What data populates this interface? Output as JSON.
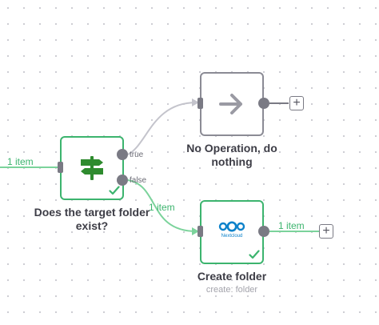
{
  "colors": {
    "success": "#3cb46e",
    "edge_success": "#7bd39b",
    "edge_default": "#c4c4cc",
    "node_border_default": "#8b8b95",
    "port": "#7a7a84",
    "icon_gray": "#9a9aa3",
    "signpost": "#2e8b2e",
    "nextcloud": "#0d82ca",
    "text": "#3d3d46",
    "subtext": "#a3a3ab"
  },
  "edges": {
    "input_items_label": "1 item",
    "false_items_label": "1 item",
    "output_items_label": "1 item"
  },
  "nodes": {
    "if_node": {
      "title": "Does the target folder exist?",
      "icon": "signpost-icon",
      "status": "success-check",
      "true_label": "true",
      "false_label": "false"
    },
    "noop_node": {
      "title": "No Operation, do nothing",
      "icon": "arrow-right-icon"
    },
    "nextcloud_node": {
      "title": "Create folder",
      "subtitle": "create: folder",
      "icon": "nextcloud-icon",
      "logo_text": "Nextcloud",
      "status": "success-check"
    }
  },
  "add_buttons": {
    "symbol": "+"
  }
}
